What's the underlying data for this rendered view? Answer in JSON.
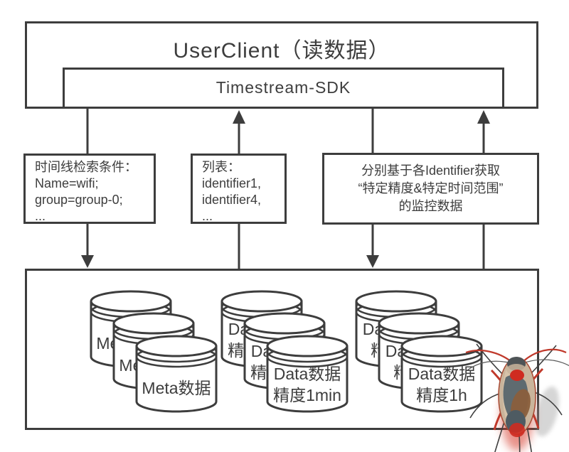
{
  "header": {
    "title": "UserClient（读数据）",
    "sdk_label": "Timestream-SDK"
  },
  "request_boxes": {
    "timeline_query": {
      "lines": [
        "时间线检索条件：",
        "Name=wifi;",
        "group=group-0;",
        "..."
      ]
    },
    "identifier_list": {
      "lines": [
        "列表：",
        "identifier1,",
        "identifier4,",
        "..."
      ]
    },
    "fetch_by_identifier": {
      "lines": [
        "分别基于各Identifier获取",
        "“特定精度&特定时间范围”",
        "的监控数据"
      ]
    }
  },
  "storage": {
    "meta": {
      "label": "Meta数据"
    },
    "data_1min": {
      "line1": "Data数据",
      "line2": "精度1min"
    },
    "data_1h": {
      "line1": "Data数据",
      "line2": "精度1h"
    }
  },
  "colors": {
    "diagram_stroke": "#3d3d3d",
    "cockroach_red": "#cf2b20",
    "cockroach_tan": "#c9b49b",
    "cockroach_slate": "#5f6b70",
    "cockroach_brown": "#8a5f3c"
  }
}
